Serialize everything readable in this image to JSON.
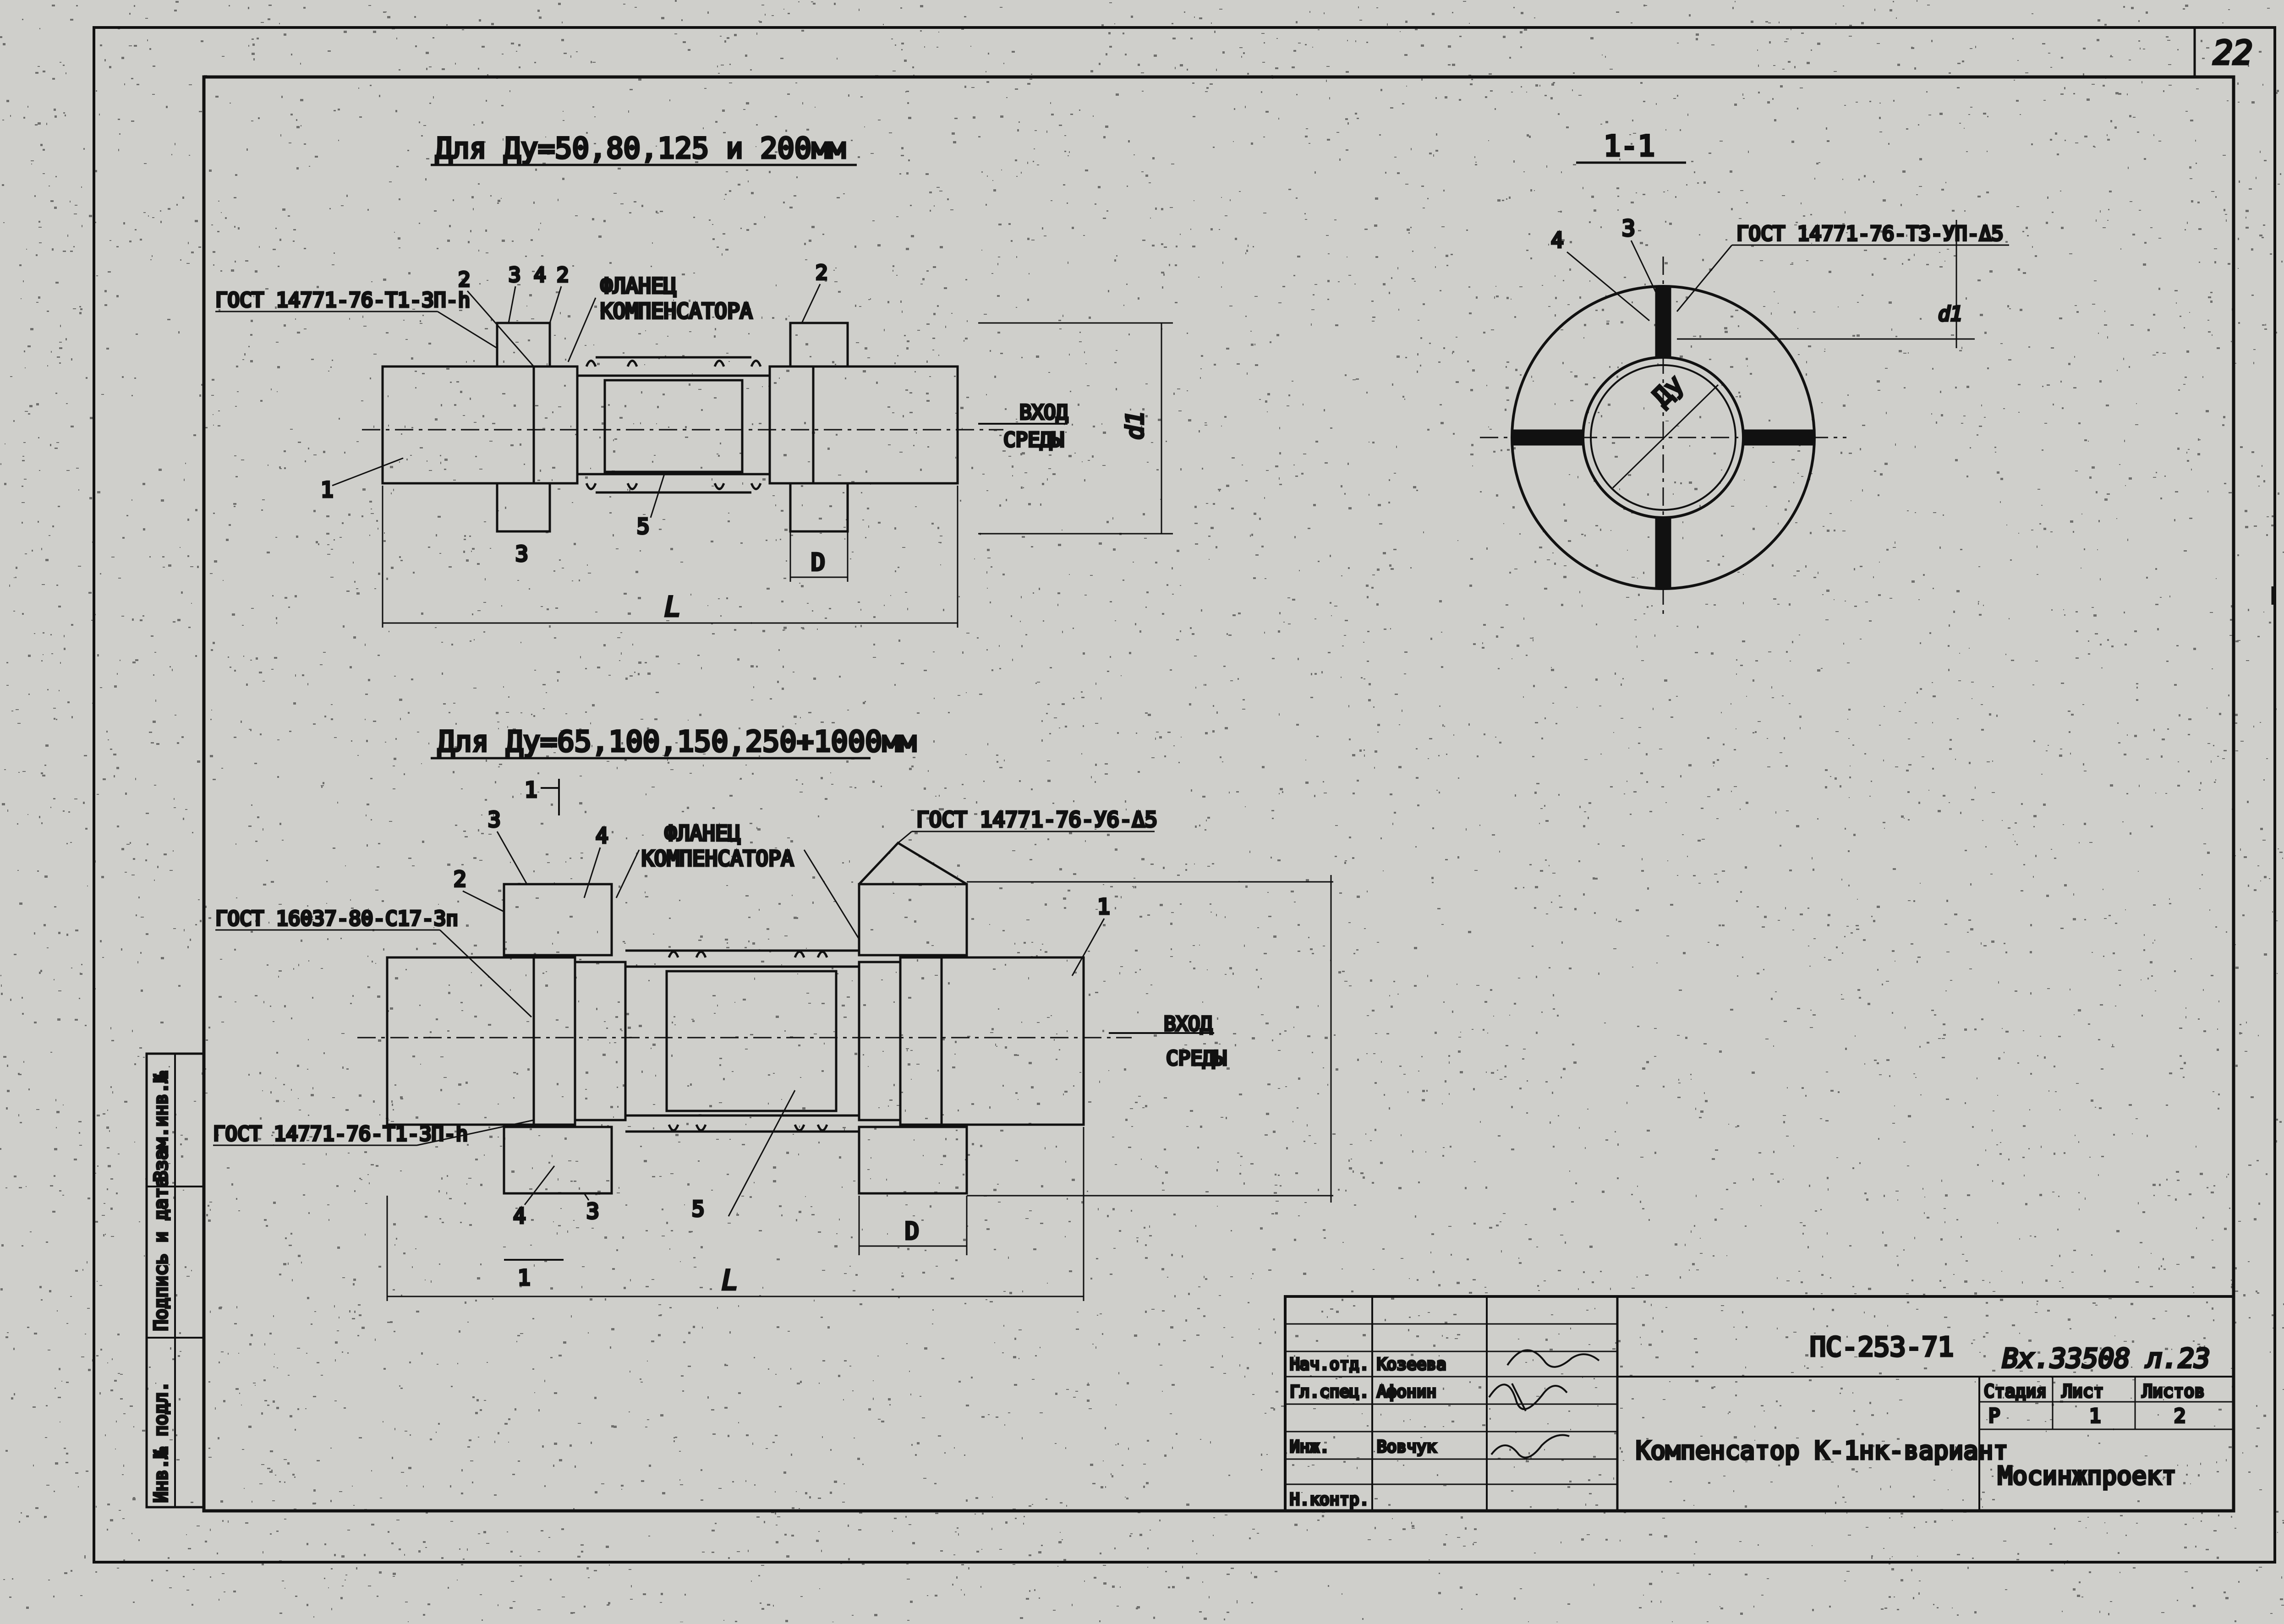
{
  "page_number": "22",
  "top_view": {
    "heading": "Для Ду=50,80,125 и 200мм",
    "gost_1": "ГОСТ 14771-76-Т1-ЗП-h",
    "flange_label_1": "ФЛАНЕЦ",
    "flange_label_2": "КОМПЕНСАТОРА",
    "callout_2a": "2",
    "callout_3": "3",
    "callout_4": "4",
    "callout_2b": "2",
    "callout_2c": "2",
    "callout_1": "1",
    "callout_5": "5",
    "callout_3b": "3",
    "dim_D": "D",
    "dim_L": "L",
    "dim_d1": "d1",
    "inlet_1": "ВХОД",
    "inlet_2": "СРЕДЫ"
  },
  "section_view": {
    "heading": "1-1",
    "callout_3": "3",
    "callout_4": "4",
    "gost": "ГОСТ 14771-76-Т3-УП-Δ5",
    "dim_du": "Ду",
    "dim_d1": "d1"
  },
  "bottom_view": {
    "heading": "Для Ду=65,100,150,250÷1000мм",
    "section_mark": "1",
    "callout_3": "3",
    "callout_4": "4",
    "callout_2": "2",
    "flange_label_1": "ФЛАНЕЦ",
    "flange_label_2": "КОМПЕНСАТОРА",
    "gost_top": "ГОСТ 14771-76-У6-Δ5",
    "callout_1": "1",
    "gost_left": "ГОСТ 16037-80-С17-3п",
    "gost_bottom": "ГОСТ 14771-76-Т1-ЗП-h",
    "inlet_1": "ВХОД",
    "inlet_2": "СРЕДЫ",
    "callout_4b": "4",
    "callout_3b": "3",
    "callout_5": "5",
    "section_mark_b": "1",
    "dim_L": "L",
    "dim_D": "D"
  },
  "side_stamp": {
    "cell_1": "Инв.№ подл.",
    "cell_2": "Подпись и дата",
    "cell_3": "Взам.инв.№"
  },
  "title_block": {
    "doc_code": "ПС-253-71",
    "inv_stamp": "Вх.33508 л.23",
    "roles": [
      {
        "role": "Нач.отд.",
        "name": "Козеева"
      },
      {
        "role": "Гл.спец.",
        "name": "Афонин"
      },
      {
        "role": "Инж.",
        "name": "Вовчук"
      },
      {
        "role": "Н.контр.",
        "name": ""
      }
    ],
    "title": "Компенсатор К-1нк-вариант",
    "stage_header": "Стадия",
    "sheet_header": "Лист",
    "sheets_header": "Листов",
    "stage": "Р",
    "sheet": "1",
    "sheets": "2",
    "organization": "Мосинжпроект"
  },
  "colors": {
    "paper": "#cfcfcb",
    "ink": "#111111"
  }
}
